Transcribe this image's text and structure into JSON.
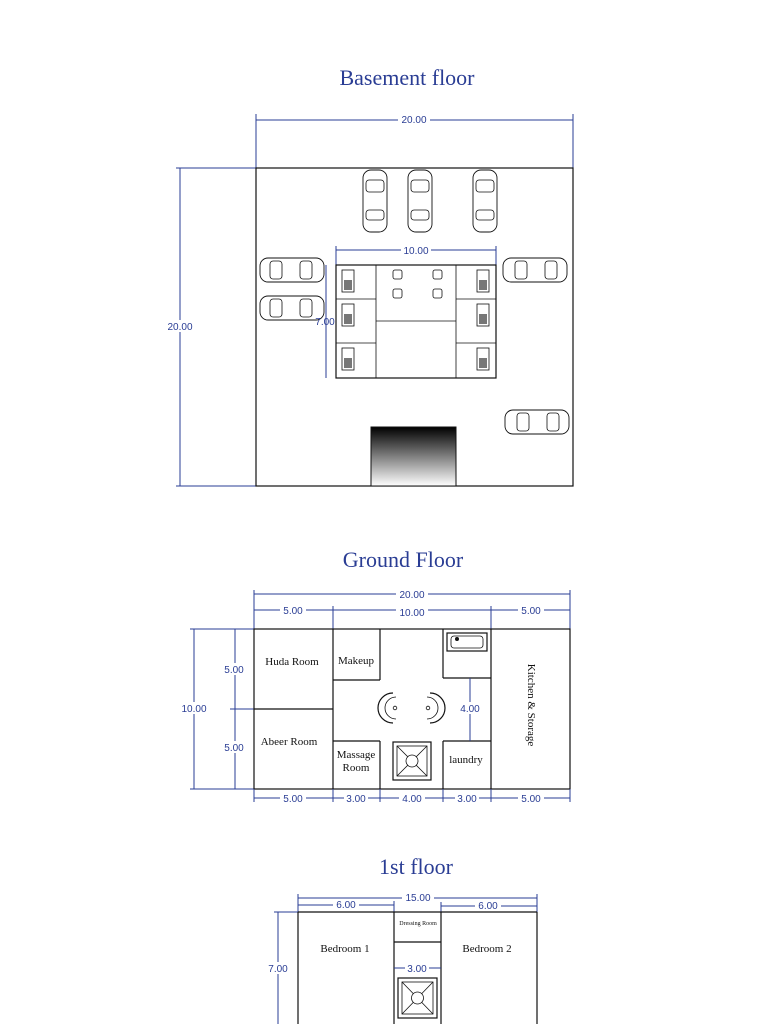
{
  "basement": {
    "title": "Basement floor",
    "width_dim": "20.00",
    "depth_dim": "20.00",
    "inner_width_dim": "10.00",
    "inner_depth_dim": "7.00"
  },
  "ground": {
    "title": "Ground Floor",
    "total_width_dim": "20.00",
    "top_left_dim": "5.00",
    "top_mid_dim": "10.00",
    "top_right_dim": "5.00",
    "depth_dim": "10.00",
    "left_upper_dim": "5.00",
    "left_lower_dim": "5.00",
    "inner_vertical_dim": "4.00",
    "bottom_dims": [
      "5.00",
      "3.00",
      "4.00",
      "3.00",
      "5.00"
    ],
    "rooms": {
      "huda": "Huda Room",
      "makeup": "Makeup",
      "abeer": "Abeer Room",
      "massage_line1": "Massage",
      "massage_line2": "Room",
      "laundry": "laundry",
      "kitchen": "Kitchen & Storage"
    }
  },
  "first": {
    "title": "1st floor",
    "total_width_dim": "15.00",
    "left_dim": "6.00",
    "right_dim": "6.00",
    "depth_dim": "7.00",
    "inner_dim": "3.00",
    "rooms": {
      "bedroom1": "Bedroom 1",
      "dressing": "Dressing Room",
      "bedroom2": "Bedroom 2"
    }
  }
}
